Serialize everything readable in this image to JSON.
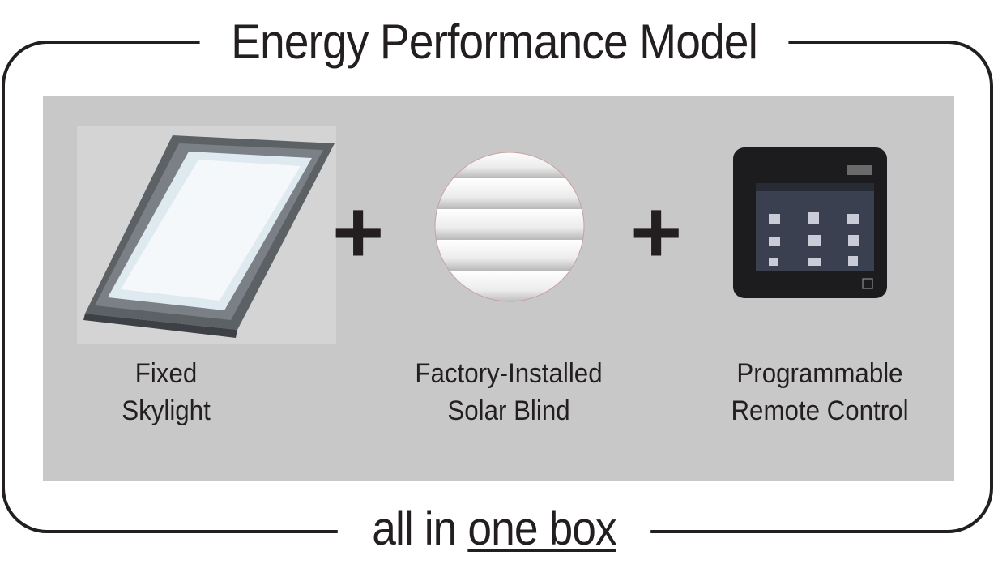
{
  "title": "Energy Performance Model",
  "footer": {
    "prefix": "all in ",
    "emphasis": "one box"
  },
  "operator": "+",
  "items": [
    {
      "line1": "Fixed",
      "line2": "Skylight"
    },
    {
      "line1": "Factory-Installed",
      "line2": "Solar Blind"
    },
    {
      "line1": "Programmable",
      "line2": "Remote Control"
    }
  ]
}
